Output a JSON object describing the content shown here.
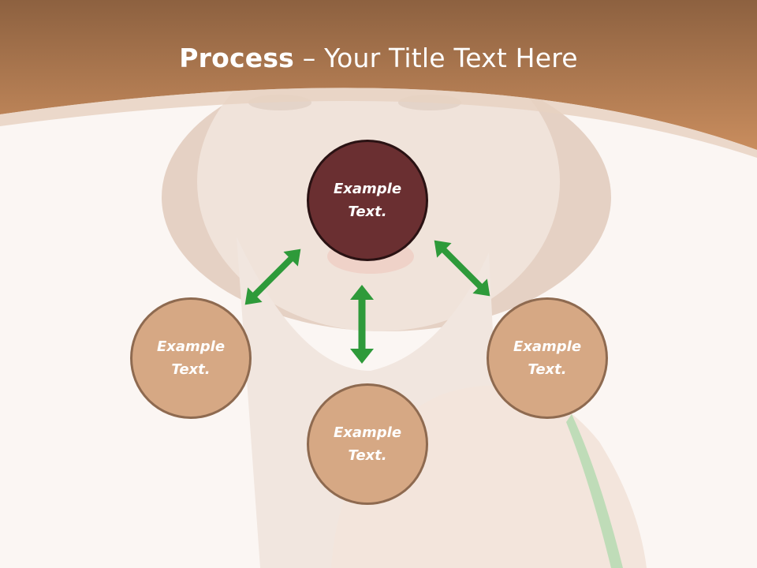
{
  "slide": {
    "title_bold": "Process",
    "title_rest": " – Your Title Text Here"
  },
  "nodes": {
    "center": {
      "line1": "Example",
      "line2": "Text."
    },
    "left": {
      "line1": "Example",
      "line2": "Text."
    },
    "bottom": {
      "line1": "Example",
      "line2": "Text."
    },
    "right": {
      "line1": "Example",
      "line2": "Text."
    }
  },
  "colors": {
    "header": "#c48a5e",
    "center_node": "#6a2f31",
    "outer_node": "#d6a884",
    "arrow": "#2e9a3a",
    "background": "#fbf6f3"
  }
}
